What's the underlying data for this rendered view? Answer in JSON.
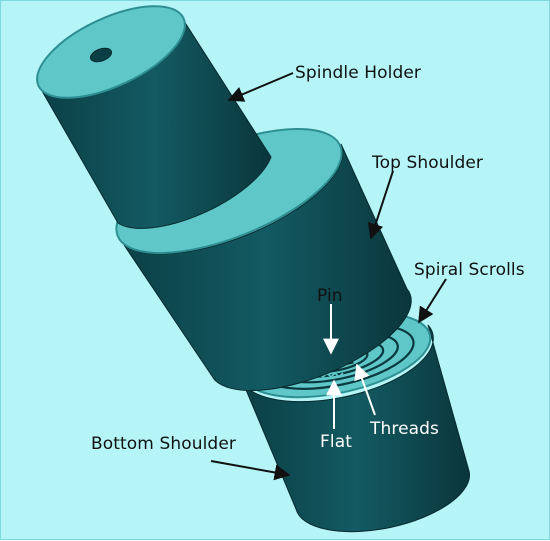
{
  "labels": {
    "spindle_holder": "Spindle Holder",
    "top_shoulder": "Top Shoulder",
    "spiral_scrolls": "Spiral Scrolls",
    "pin": "Pin",
    "flat": "Flat",
    "threads": "Threads",
    "bottom_shoulder": "Bottom Shoulder"
  },
  "colors": {
    "background": "#b5f5f7",
    "body": "#0f4d55",
    "body_dark": "#082f34",
    "face": "#5fc7c7",
    "face_edge": "#2e8f92",
    "label_text": "#111111",
    "label_text_inner": "#ffffff"
  }
}
